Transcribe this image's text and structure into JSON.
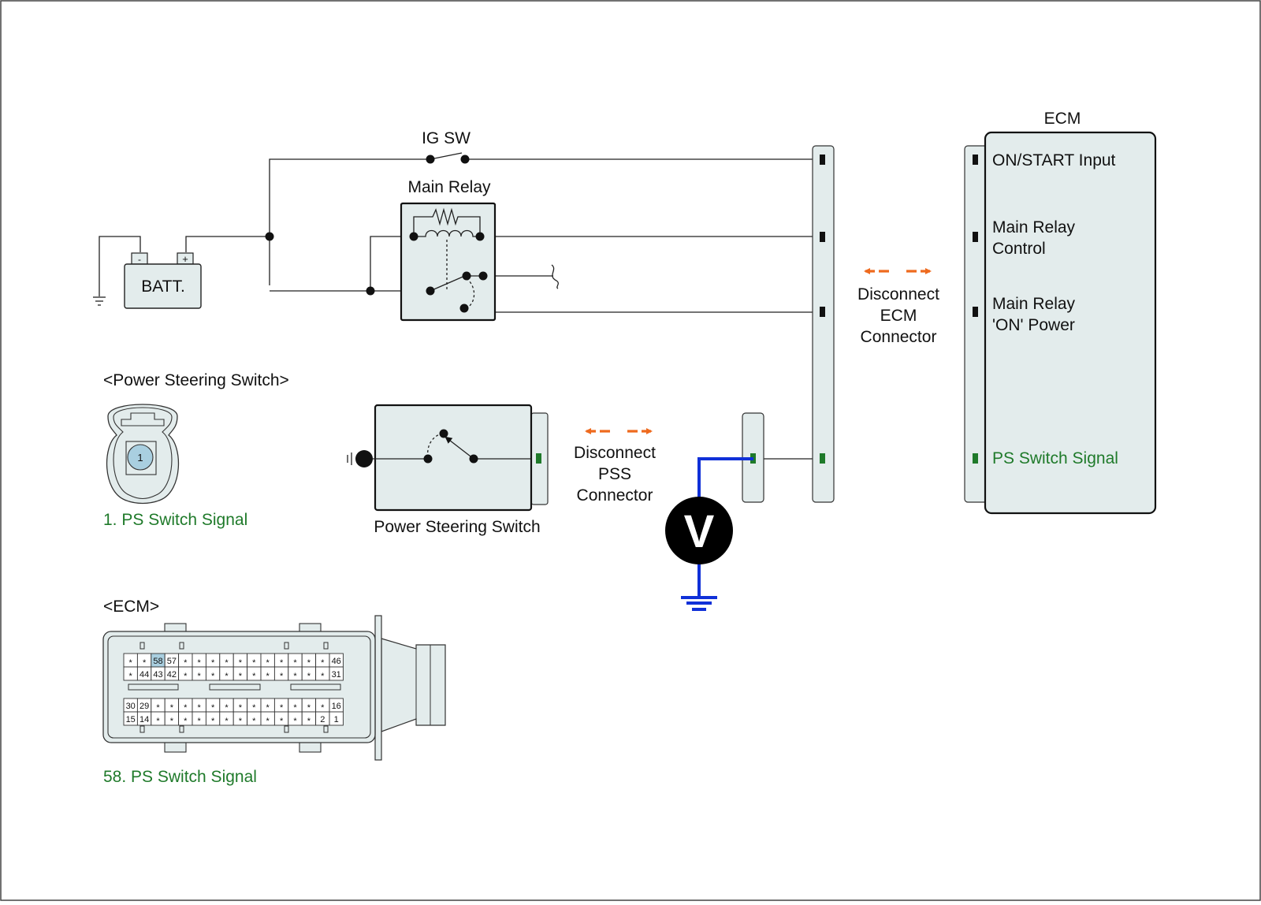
{
  "labels": {
    "ig_sw": "IG SW",
    "main_relay": "Main Relay",
    "batt": "BATT.",
    "batt_minus": "-",
    "batt_plus": "+",
    "ecm_title": "ECM",
    "ecm_pins": {
      "on_start": "ON/START Input",
      "main_relay_control_1": "Main Relay",
      "main_relay_control_2": "Control",
      "main_relay_on_power_1": "Main Relay",
      "main_relay_on_power_2": "'ON' Power",
      "ps_switch_signal": "PS Switch Signal"
    },
    "disconnect_ecm": [
      "Disconnect",
      "ECM",
      "Connector"
    ],
    "disconnect_pss": [
      "Disconnect",
      "PSS",
      "Connector"
    ],
    "pss_header": "<Power Steering Switch>",
    "pss_pin_number": "1",
    "pss_pin_caption": "1. PS Switch Signal",
    "pss_box_caption": "Power Steering Switch",
    "voltmeter": "V",
    "ecm_header": "<ECM>",
    "ecm_pin_caption": "58. PS Switch Signal"
  },
  "ecm_connector": {
    "row1": [
      "*",
      "*",
      "58",
      "57",
      "*",
      "*",
      "*",
      "*",
      "*",
      "*",
      "*",
      "*",
      "*",
      "*",
      "*",
      "46"
    ],
    "row2": [
      "*",
      "44",
      "43",
      "42",
      "*",
      "*",
      "*",
      "*",
      "*",
      "*",
      "*",
      "*",
      "*",
      "*",
      "*",
      "31"
    ],
    "row3": [
      "30",
      "29",
      "*",
      "*",
      "*",
      "*",
      "*",
      "*",
      "*",
      "*",
      "*",
      "*",
      "*",
      "*",
      "*",
      "16"
    ],
    "row4": [
      "15",
      "14",
      "*",
      "*",
      "*",
      "*",
      "*",
      "*",
      "*",
      "*",
      "*",
      "*",
      "*",
      "*",
      "2",
      "1"
    ],
    "highlighted_pin": "58"
  },
  "colors": {
    "component_fill": "#e3ecec",
    "signal_green": "#1f7a2a",
    "probe_blue": "#1030d8",
    "disconnect_orange": "#ee6a1e",
    "highlight_blue": "#a9cfe0"
  }
}
